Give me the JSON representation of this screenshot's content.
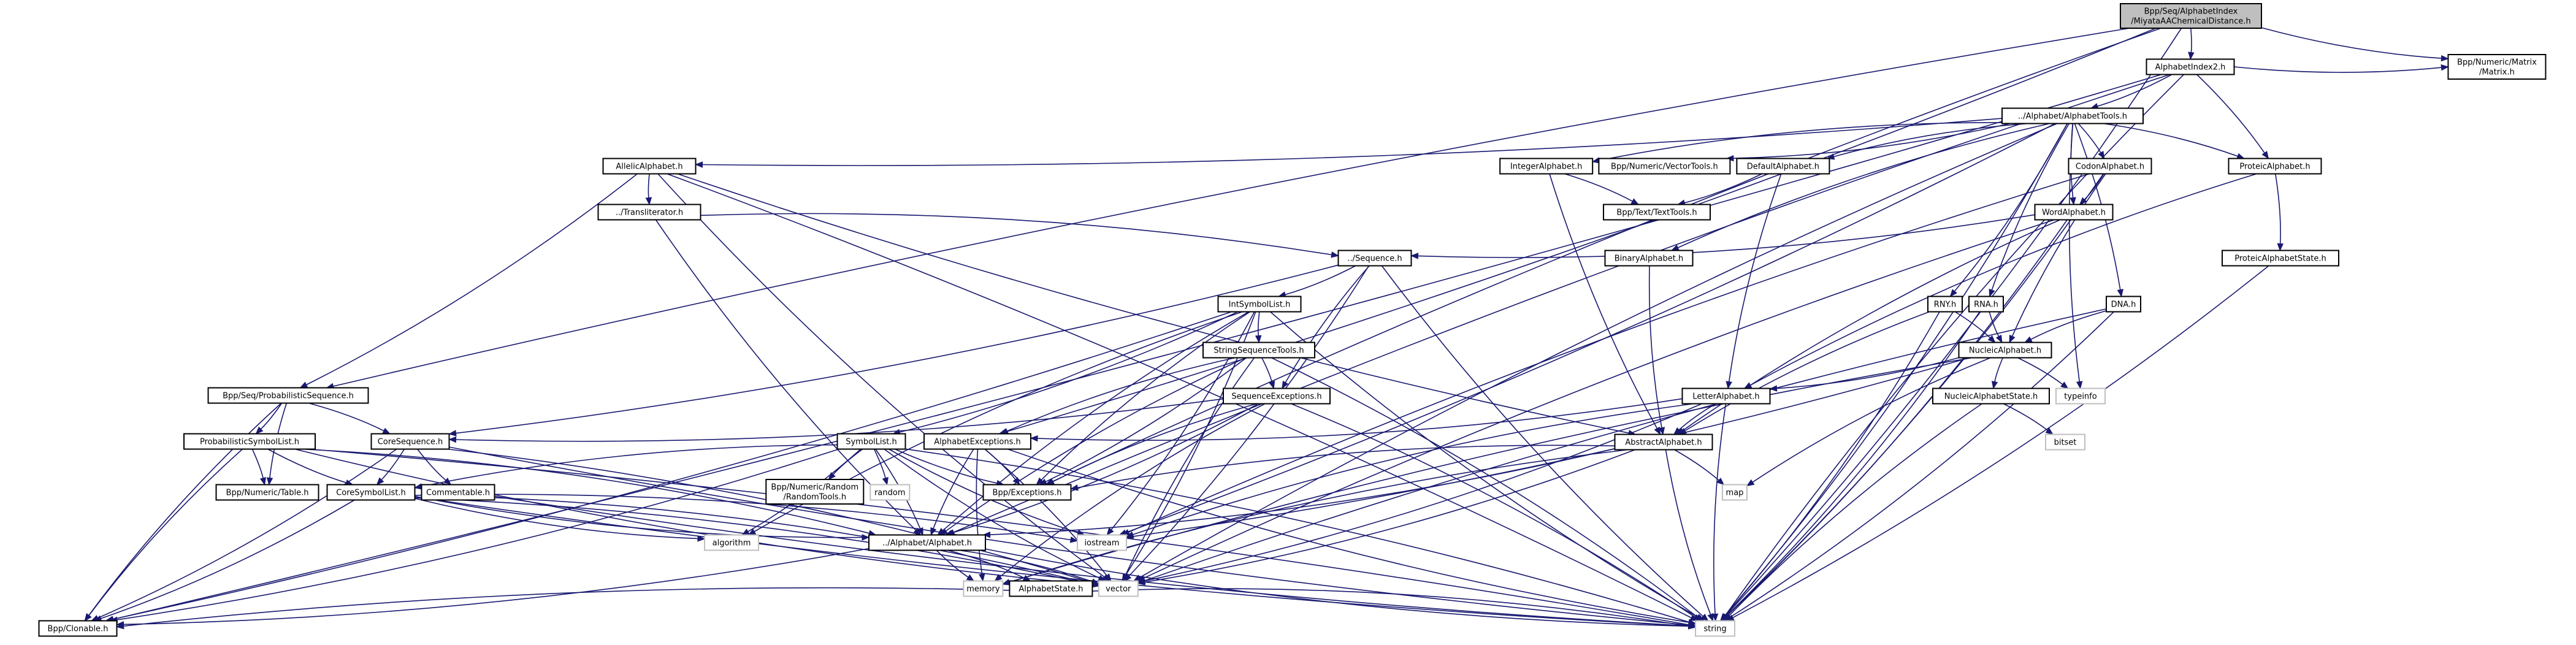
{
  "graph": {
    "title": "Include dependency graph for MiyataAAChemicalDistance.h",
    "edge_color": "#191970",
    "root_fill": "#bfbfbf",
    "nodes": [
      {
        "id": "root",
        "label": [
          "Bpp/Seq/AlphabetIndex",
          "/MiyataAAChemicalDistance.h"
        ],
        "kind": "root"
      },
      {
        "id": "ai2",
        "label": [
          "AlphabetIndex2.h"
        ],
        "kind": "doc"
      },
      {
        "id": "matrix",
        "label": [
          "Bpp/Numeric/Matrix",
          "/Matrix.h"
        ],
        "kind": "doc"
      },
      {
        "id": "atools",
        "label": [
          "../Alphabet/AlphabetTools.h"
        ],
        "kind": "doc"
      },
      {
        "id": "allelic",
        "label": [
          "AllelicAlphabet.h"
        ],
        "kind": "doc"
      },
      {
        "id": "translit",
        "label": [
          "../Transliterator.h"
        ],
        "kind": "doc"
      },
      {
        "id": "integer",
        "label": [
          "IntegerAlphabet.h"
        ],
        "kind": "doc"
      },
      {
        "id": "vectortools",
        "label": [
          "Bpp/Numeric/VectorTools.h"
        ],
        "kind": "doc"
      },
      {
        "id": "default",
        "label": [
          "DefaultAlphabet.h"
        ],
        "kind": "doc"
      },
      {
        "id": "texttools",
        "label": [
          "Bpp/Text/TextTools.h"
        ],
        "kind": "doc"
      },
      {
        "id": "codon",
        "label": [
          "CodonAlphabet.h"
        ],
        "kind": "doc"
      },
      {
        "id": "word",
        "label": [
          "WordAlphabet.h"
        ],
        "kind": "doc"
      },
      {
        "id": "proteic",
        "label": [
          "ProteicAlphabet.h"
        ],
        "kind": "doc"
      },
      {
        "id": "proteicstate",
        "label": [
          "ProteicAlphabetState.h"
        ],
        "kind": "doc"
      },
      {
        "id": "sequence",
        "label": [
          "../Sequence.h"
        ],
        "kind": "doc"
      },
      {
        "id": "binary",
        "label": [
          "BinaryAlphabet.h"
        ],
        "kind": "doc"
      },
      {
        "id": "rny",
        "label": [
          "RNY.h"
        ],
        "kind": "doc"
      },
      {
        "id": "rna",
        "label": [
          "RNA.h"
        ],
        "kind": "doc"
      },
      {
        "id": "dna",
        "label": [
          "DNA.h"
        ],
        "kind": "doc"
      },
      {
        "id": "nucleic",
        "label": [
          "NucleicAlphabet.h"
        ],
        "kind": "doc"
      },
      {
        "id": "nucleicstate",
        "label": [
          "NucleicAlphabetState.h"
        ],
        "kind": "doc"
      },
      {
        "id": "typeinfo",
        "label": [
          "typeinfo"
        ],
        "kind": "sys"
      },
      {
        "id": "bitset",
        "label": [
          "bitset"
        ],
        "kind": "sys"
      },
      {
        "id": "intsymbol",
        "label": [
          "IntSymbolList.h"
        ],
        "kind": "doc"
      },
      {
        "id": "stringseqtools",
        "label": [
          "StringSequenceTools.h"
        ],
        "kind": "doc"
      },
      {
        "id": "seqexc",
        "label": [
          "SequenceExceptions.h"
        ],
        "kind": "doc"
      },
      {
        "id": "letter",
        "label": [
          "LetterAlphabet.h"
        ],
        "kind": "doc"
      },
      {
        "id": "abstract",
        "label": [
          "AbstractAlphabet.h"
        ],
        "kind": "doc"
      },
      {
        "id": "map",
        "label": [
          "map"
        ],
        "kind": "sys"
      },
      {
        "id": "probseq",
        "label": [
          "Bpp/Seq/ProbabilisticSequence.h"
        ],
        "kind": "doc"
      },
      {
        "id": "probsym",
        "label": [
          "ProbabilisticSymbolList.h"
        ],
        "kind": "doc"
      },
      {
        "id": "table",
        "label": [
          "Bpp/Numeric/Table.h"
        ],
        "kind": "doc"
      },
      {
        "id": "coreseq",
        "label": [
          "CoreSequence.h"
        ],
        "kind": "doc"
      },
      {
        "id": "coresym",
        "label": [
          "CoreSymbolList.h"
        ],
        "kind": "doc"
      },
      {
        "id": "commentable",
        "label": [
          "Commentable.h"
        ],
        "kind": "doc"
      },
      {
        "id": "symbollist",
        "label": [
          "SymbolList.h"
        ],
        "kind": "doc"
      },
      {
        "id": "randomtools",
        "label": [
          "Bpp/Numeric/Random",
          "/RandomTools.h"
        ],
        "kind": "doc"
      },
      {
        "id": "random",
        "label": [
          "random"
        ],
        "kind": "sys"
      },
      {
        "id": "alphaexc",
        "label": [
          "AlphabetExceptions.h"
        ],
        "kind": "doc"
      },
      {
        "id": "exceptions",
        "label": [
          "Bpp/Exceptions.h"
        ],
        "kind": "doc"
      },
      {
        "id": "alphabet",
        "label": [
          "../Alphabet/Alphabet.h"
        ],
        "kind": "doc"
      },
      {
        "id": "algorithm",
        "label": [
          "algorithm"
        ],
        "kind": "sys"
      },
      {
        "id": "iostream",
        "label": [
          "iostream"
        ],
        "kind": "sys"
      },
      {
        "id": "memory",
        "label": [
          "memory"
        ],
        "kind": "sys"
      },
      {
        "id": "alphastate",
        "label": [
          "AlphabetState.h"
        ],
        "kind": "doc"
      },
      {
        "id": "vector",
        "label": [
          "vector"
        ],
        "kind": "sys"
      },
      {
        "id": "clonable",
        "label": [
          "Bpp/Clonable.h"
        ],
        "kind": "doc"
      },
      {
        "id": "string",
        "label": [
          "string"
        ],
        "kind": "sys"
      }
    ],
    "edges": [
      [
        "root",
        "ai2"
      ],
      [
        "root",
        "matrix"
      ],
      [
        "root",
        "string"
      ],
      [
        "root",
        "probseq"
      ],
      [
        "root",
        "alphaexc"
      ],
      [
        "root",
        "exceptions"
      ],
      [
        "ai2",
        "atools"
      ],
      [
        "ai2",
        "matrix"
      ],
      [
        "ai2",
        "proteic"
      ],
      [
        "ai2",
        "string"
      ],
      [
        "ai2",
        "clonable"
      ],
      [
        "ai2",
        "alphabet"
      ],
      [
        "atools",
        "allelic"
      ],
      [
        "atools",
        "integer"
      ],
      [
        "atools",
        "vectortools"
      ],
      [
        "atools",
        "default"
      ],
      [
        "atools",
        "codon"
      ],
      [
        "atools",
        "word"
      ],
      [
        "atools",
        "proteic"
      ],
      [
        "atools",
        "binary"
      ],
      [
        "atools",
        "rny"
      ],
      [
        "atools",
        "rna"
      ],
      [
        "atools",
        "dna"
      ],
      [
        "atools",
        "typeinfo"
      ],
      [
        "atools",
        "string"
      ],
      [
        "atools",
        "vector"
      ],
      [
        "atools",
        "iostream"
      ],
      [
        "allelic",
        "translit"
      ],
      [
        "allelic",
        "probseq"
      ],
      [
        "allelic",
        "abstract"
      ],
      [
        "allelic",
        "string"
      ],
      [
        "allelic",
        "vector"
      ],
      [
        "translit",
        "sequence"
      ],
      [
        "translit",
        "alphabet"
      ],
      [
        "integer",
        "texttools"
      ],
      [
        "integer",
        "abstract"
      ],
      [
        "default",
        "texttools"
      ],
      [
        "default",
        "letter"
      ],
      [
        "codon",
        "word"
      ],
      [
        "codon",
        "nucleic"
      ],
      [
        "codon",
        "string"
      ],
      [
        "codon",
        "iostream"
      ],
      [
        "word",
        "sequence"
      ],
      [
        "word",
        "abstract"
      ],
      [
        "word",
        "string"
      ],
      [
        "word",
        "vector"
      ],
      [
        "proteic",
        "proteicstate"
      ],
      [
        "proteic",
        "letter"
      ],
      [
        "proteicstate",
        "string"
      ],
      [
        "binary",
        "abstract"
      ],
      [
        "rny",
        "nucleic"
      ],
      [
        "rny",
        "abstract"
      ],
      [
        "rny",
        "string"
      ],
      [
        "rna",
        "nucleic"
      ],
      [
        "rna",
        "string"
      ],
      [
        "dna",
        "nucleic"
      ],
      [
        "dna",
        "string"
      ],
      [
        "dna",
        "vector"
      ],
      [
        "nucleic",
        "letter"
      ],
      [
        "nucleic",
        "nucleicstate"
      ],
      [
        "nucleic",
        "typeinfo"
      ],
      [
        "nucleic",
        "map"
      ],
      [
        "nucleic",
        "iostream"
      ],
      [
        "nucleic",
        "memory"
      ],
      [
        "nucleicstate",
        "bitset"
      ],
      [
        "nucleicstate",
        "string"
      ],
      [
        "sequence",
        "intsymbol"
      ],
      [
        "sequence",
        "seqexc"
      ],
      [
        "sequence",
        "coreseq"
      ],
      [
        "sequence",
        "string"
      ],
      [
        "sequence",
        "vector"
      ],
      [
        "intsymbol",
        "stringseqtools"
      ],
      [
        "intsymbol",
        "symbollist"
      ],
      [
        "intsymbol",
        "algorithm"
      ],
      [
        "intsymbol",
        "clonable"
      ],
      [
        "intsymbol",
        "alphabet"
      ],
      [
        "intsymbol",
        "iostream"
      ],
      [
        "intsymbol",
        "string"
      ],
      [
        "intsymbol",
        "vector"
      ],
      [
        "intsymbol",
        "exceptions"
      ],
      [
        "stringseqtools",
        "seqexc"
      ],
      [
        "stringseqtools",
        "alphaexc"
      ],
      [
        "stringseqtools",
        "exceptions"
      ],
      [
        "stringseqtools",
        "alphabet"
      ],
      [
        "stringseqtools",
        "string"
      ],
      [
        "stringseqtools",
        "vector"
      ],
      [
        "seqexc",
        "coreseq"
      ],
      [
        "seqexc",
        "exceptions"
      ],
      [
        "seqexc",
        "alphabet"
      ],
      [
        "seqexc",
        "memory"
      ],
      [
        "seqexc",
        "string"
      ],
      [
        "letter",
        "abstract"
      ],
      [
        "letter",
        "alphaexc"
      ],
      [
        "letter",
        "string"
      ],
      [
        "letter",
        "vector"
      ],
      [
        "letter",
        "iostream"
      ],
      [
        "abstract",
        "alphabet"
      ],
      [
        "abstract",
        "exceptions"
      ],
      [
        "abstract",
        "map"
      ],
      [
        "abstract",
        "string"
      ],
      [
        "abstract",
        "vector"
      ],
      [
        "abstract",
        "memory"
      ],
      [
        "probseq",
        "probsym"
      ],
      [
        "probseq",
        "table"
      ],
      [
        "probseq",
        "coreseq"
      ],
      [
        "probseq",
        "clonable"
      ],
      [
        "probsym",
        "table"
      ],
      [
        "probsym",
        "coresym"
      ],
      [
        "probsym",
        "alphabet"
      ],
      [
        "probsym",
        "clonable"
      ],
      [
        "probsym",
        "string"
      ],
      [
        "probsym",
        "vector"
      ],
      [
        "coreseq",
        "coresym"
      ],
      [
        "coreseq",
        "commentable"
      ],
      [
        "coreseq",
        "clonable"
      ],
      [
        "coreseq",
        "string"
      ],
      [
        "coreseq",
        "vector"
      ],
      [
        "coresym",
        "alphabet"
      ],
      [
        "coresym",
        "clonable"
      ],
      [
        "coresym",
        "string"
      ],
      [
        "coresym",
        "vector"
      ],
      [
        "coresym",
        "algorithm"
      ],
      [
        "coresym",
        "iostream"
      ],
      [
        "commentable",
        "string"
      ],
      [
        "commentable",
        "vector"
      ],
      [
        "symbollist",
        "randomtools"
      ],
      [
        "symbollist",
        "random"
      ],
      [
        "symbollist",
        "coresym"
      ],
      [
        "symbollist",
        "alphabet"
      ],
      [
        "symbollist",
        "exceptions"
      ],
      [
        "symbollist",
        "algorithm"
      ],
      [
        "symbollist",
        "iostream"
      ],
      [
        "symbollist",
        "string"
      ],
      [
        "symbollist",
        "vector"
      ],
      [
        "symbollist",
        "clonable"
      ],
      [
        "alphaexc",
        "alphabet"
      ],
      [
        "alphaexc",
        "exceptions"
      ],
      [
        "alphaexc",
        "memory"
      ],
      [
        "alphaexc",
        "vector"
      ],
      [
        "alphaexc",
        "string"
      ],
      [
        "alphabet",
        "alphastate"
      ],
      [
        "alphabet",
        "memory"
      ],
      [
        "alphabet",
        "vector"
      ],
      [
        "alphabet",
        "string"
      ],
      [
        "alphabet",
        "clonable"
      ],
      [
        "alphastate",
        "clonable"
      ],
      [
        "alphastate",
        "string"
      ]
    ]
  }
}
